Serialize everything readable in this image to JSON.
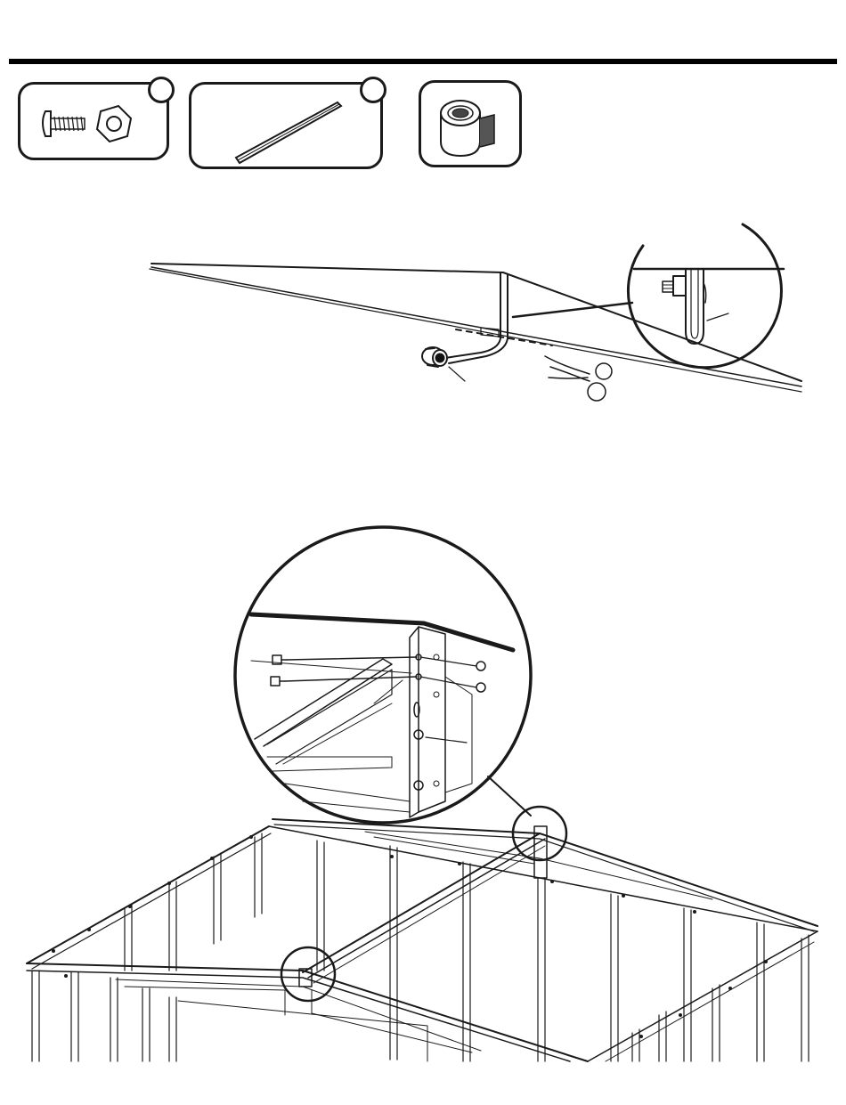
{
  "parts": [
    {
      "id": "screw-nut",
      "icon": "screw-and-nut-icon"
    },
    {
      "id": "roof-beam-rail",
      "icon": "rail-icon"
    },
    {
      "id": "tape-roll",
      "icon": "tape-roll-icon"
    }
  ],
  "colors": {
    "line": "#1a1a1a",
    "background": "#ffffff"
  }
}
